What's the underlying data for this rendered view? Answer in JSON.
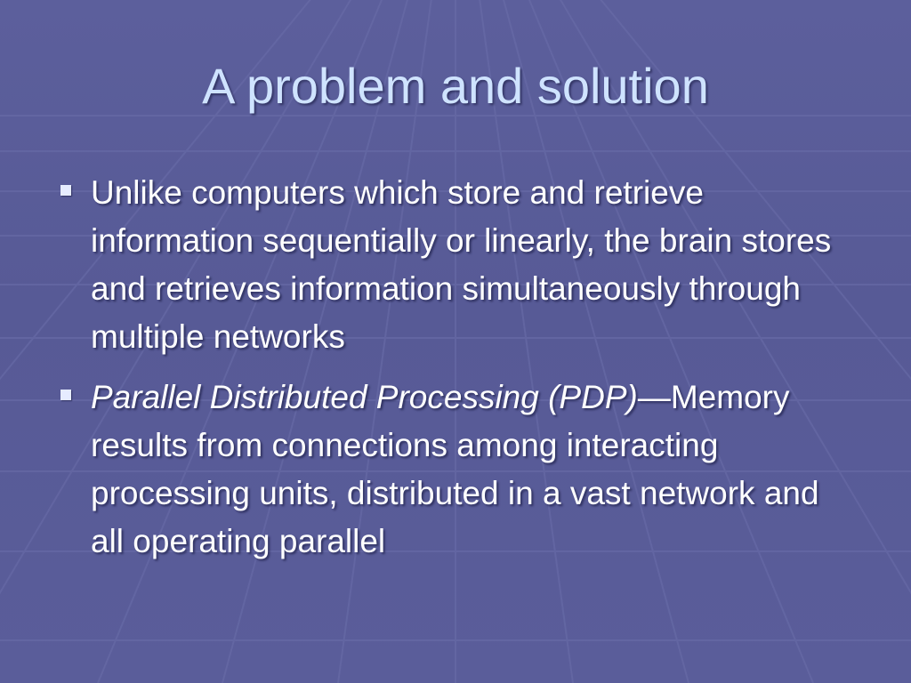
{
  "slide": {
    "title": "A problem and solution",
    "bullets": [
      {
        "text": "Unlike computers which store and retrieve information sequentially or linearly, the brain stores and retrieves information simultaneously through multiple networks"
      },
      {
        "emphasis": "Parallel Distributed Processing (PDP)",
        "dash": "—",
        "text": "Memory results from connections among interacting processing units, distributed in a vast network and all operating parallel"
      }
    ],
    "colors": {
      "background": "#5a5d9a",
      "title": "#cfe3ff",
      "body_text": "#ffffff",
      "bullet": "#e6ecff"
    },
    "bullet_icon": "square-bullet-icon"
  }
}
